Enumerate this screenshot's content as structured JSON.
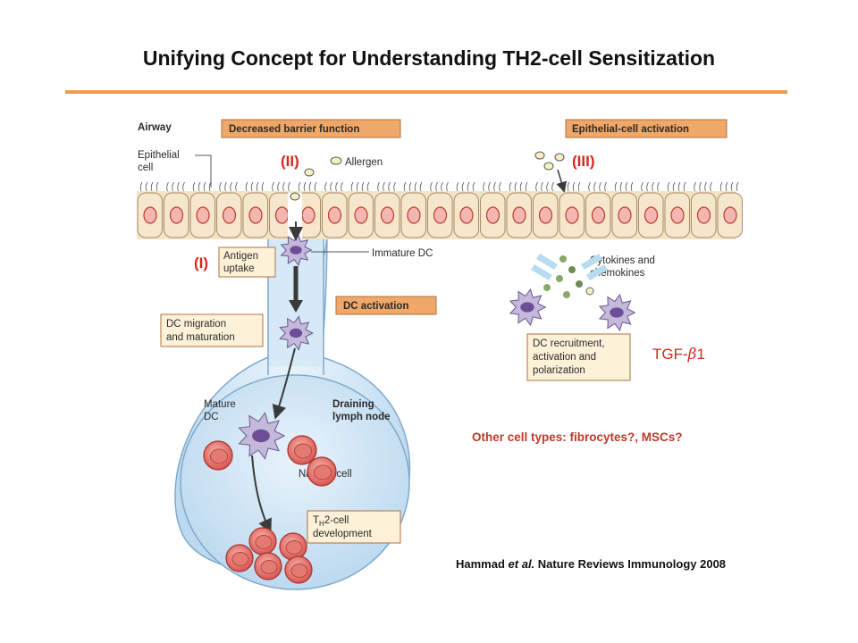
{
  "title": "Unifying Concept for Understanding TH2-cell Sensitization",
  "figure": {
    "airway_label": "Airway",
    "epithelial_label_1": "Epithelial",
    "epithelial_label_2": "cell",
    "allergen_label": "Allergen",
    "immature_dc_label": "Immature DC",
    "cytokines_label_1": "Cytokines and",
    "cytokines_label_2": "chemokines",
    "mature_dc_label_1": "Mature",
    "mature_dc_label_2": "DC",
    "lymph_node_label_1": "Draining",
    "lymph_node_label_2": "lymph node",
    "naive_t_label": "Naive T cell",
    "boxes": {
      "barrier": "Decreased barrier function",
      "epi_activation": "Epithelial-cell activation",
      "antigen_1": "Antigen",
      "antigen_2": "uptake",
      "dc_activation": "DC activation",
      "migration_1": "DC migration",
      "migration_2": "and maturation",
      "recruit_1": "DC recruitment,",
      "recruit_2": "activation and",
      "recruit_3": "polarization",
      "th2_1": "T",
      "th2_sub": "H",
      "th2_2": "2-cell",
      "th2_3": "development"
    },
    "roman": {
      "one": "(I)",
      "two": "(II)",
      "three": "(III)"
    }
  },
  "tgf": {
    "prefix": "TGF-",
    "beta": "β",
    "suffix": "1"
  },
  "other_cells": "Other cell types: fibrocytes?, MSCs?",
  "citation": {
    "author": "Hammad",
    "etal": "et al.",
    "rest": "Nature Reviews Immunology 2008"
  },
  "colors": {
    "orange_box": "#f0a868",
    "cream_box": "#fdf1d8",
    "red_text": "#d9261c",
    "rule": "#f59a4c",
    "lymph": "#d6e9f7"
  }
}
